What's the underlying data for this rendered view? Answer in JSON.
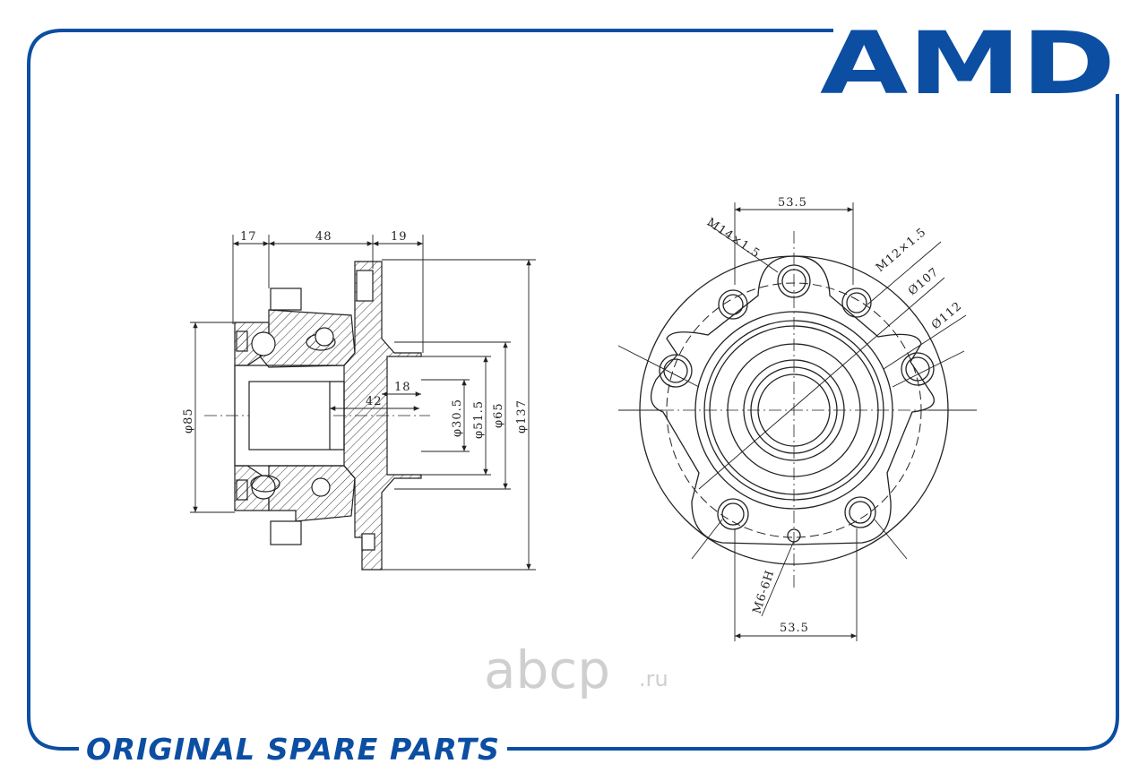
{
  "brand": {
    "logo_text": "AMD",
    "tagline": "ORIGINAL SPARE PARTS",
    "color": "#0b4ea2"
  },
  "watermark": {
    "main": "abcp",
    "suffix": ".ru",
    "color": "#cfcfcf"
  },
  "side_view": {
    "dim_17": "17",
    "dim_48": "48",
    "dim_19": "19",
    "dim_18": "18",
    "dim_42": "42",
    "dia_85": "φ85",
    "dia_30_5": "φ30.5",
    "dia_51_5": "φ51.5",
    "dia_65": "φ65",
    "dia_137": "φ137"
  },
  "front_view": {
    "dim_top": "53.5",
    "dim_bottom": "53.5",
    "thread_m14": "M14×1.5",
    "thread_m12": "M12×1.5",
    "dia_107": "Ø107",
    "dia_112": "Ø112",
    "thread_m6": "M6-6H"
  }
}
